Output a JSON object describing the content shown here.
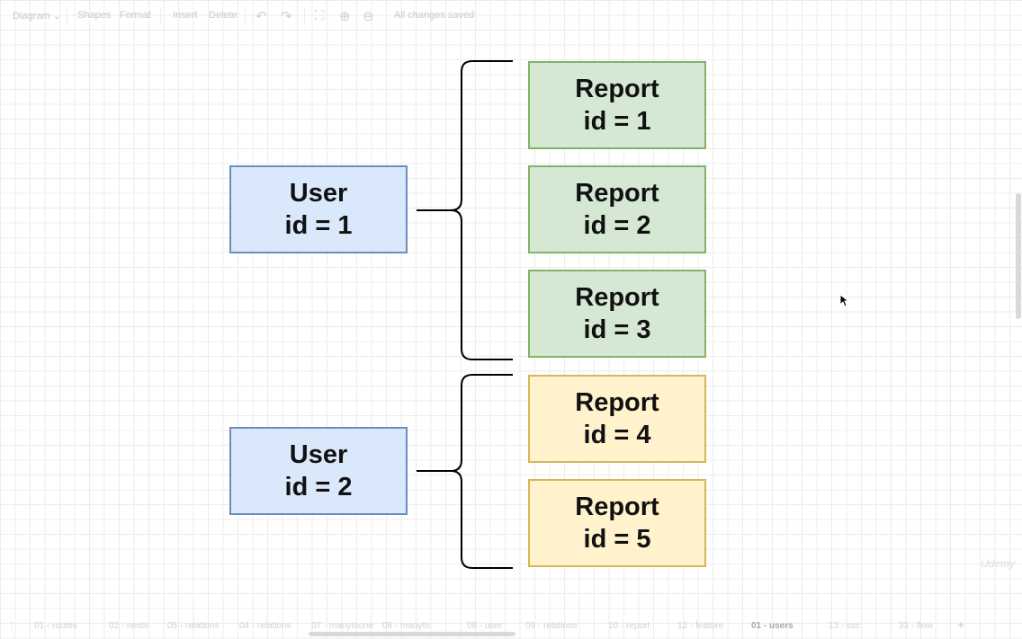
{
  "toolbar": {
    "diagram_menu": "Diagram",
    "shapes": "Shapes",
    "format": "Format",
    "insert": "Insert",
    "delete": "Delete",
    "status": "All changes saved"
  },
  "diagram": {
    "users": [
      {
        "title": "User",
        "id_text": "id = 1"
      },
      {
        "title": "User",
        "id_text": "id = 2"
      }
    ],
    "reports": [
      {
        "title": "Report",
        "id_text": "id = 1",
        "color": "#d5e8d4"
      },
      {
        "title": "Report",
        "id_text": "id = 2",
        "color": "#d5e8d4"
      },
      {
        "title": "Report",
        "id_text": "id = 3",
        "color": "#d5e8d4"
      },
      {
        "title": "Report",
        "id_text": "id = 4",
        "color": "#fff2cc"
      },
      {
        "title": "Report",
        "id_text": "id = 5",
        "color": "#fff2cc"
      }
    ]
  },
  "tabs": [
    "01 - routes",
    "02 - nests",
    "05 - relations",
    "04 - relations",
    "07 - manytoone",
    "08 - manyto",
    "08 - user",
    "09 - relations",
    "10 - report",
    "12 - feature",
    "01 - users",
    "13 - ssc",
    "33 - flow"
  ],
  "active_tab": "01 - users",
  "watermark": "Udemy"
}
